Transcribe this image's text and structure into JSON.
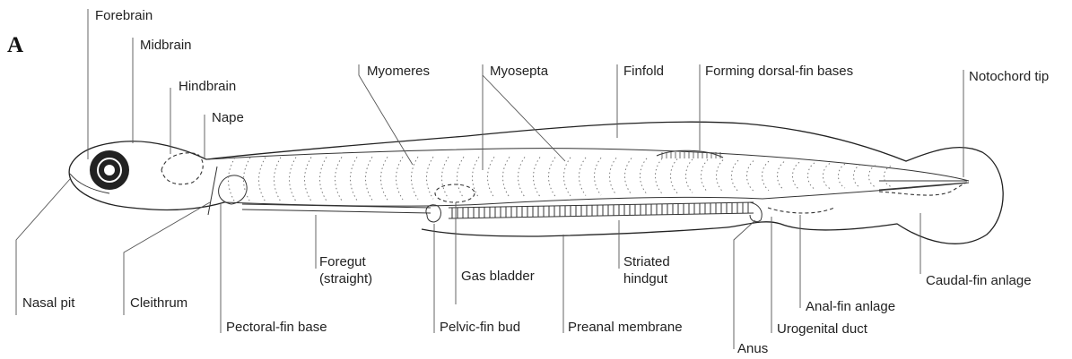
{
  "panel_label": "A",
  "labels": {
    "forebrain": "Forebrain",
    "midbrain": "Midbrain",
    "hindbrain": "Hindbrain",
    "nape": "Nape",
    "myomeres": "Myomeres",
    "myosepta": "Myosepta",
    "finfold": "Finfold",
    "forming_dorsal_fin_bases": "Forming dorsal-fin bases",
    "notochord_tip": "Notochord tip",
    "nasal_pit": "Nasal pit",
    "cleithrum": "Cleithrum",
    "pectoral_fin_base": "Pectoral-fin base",
    "foregut_line1": "Foregut",
    "foregut_line2": "(straight)",
    "gas_bladder": "Gas bladder",
    "pelvic_fin_bud": "Pelvic-fin bud",
    "striated_hindgut_line1": "Striated",
    "striated_hindgut_line2": "hindgut",
    "preanal_membrane": "Preanal membrane",
    "anus": "Anus",
    "urogenital_duct": "Urogenital duct",
    "anal_fin_anlage": "Anal-fin anlage",
    "caudal_fin_anlage": "Caudal-fin anlage"
  }
}
